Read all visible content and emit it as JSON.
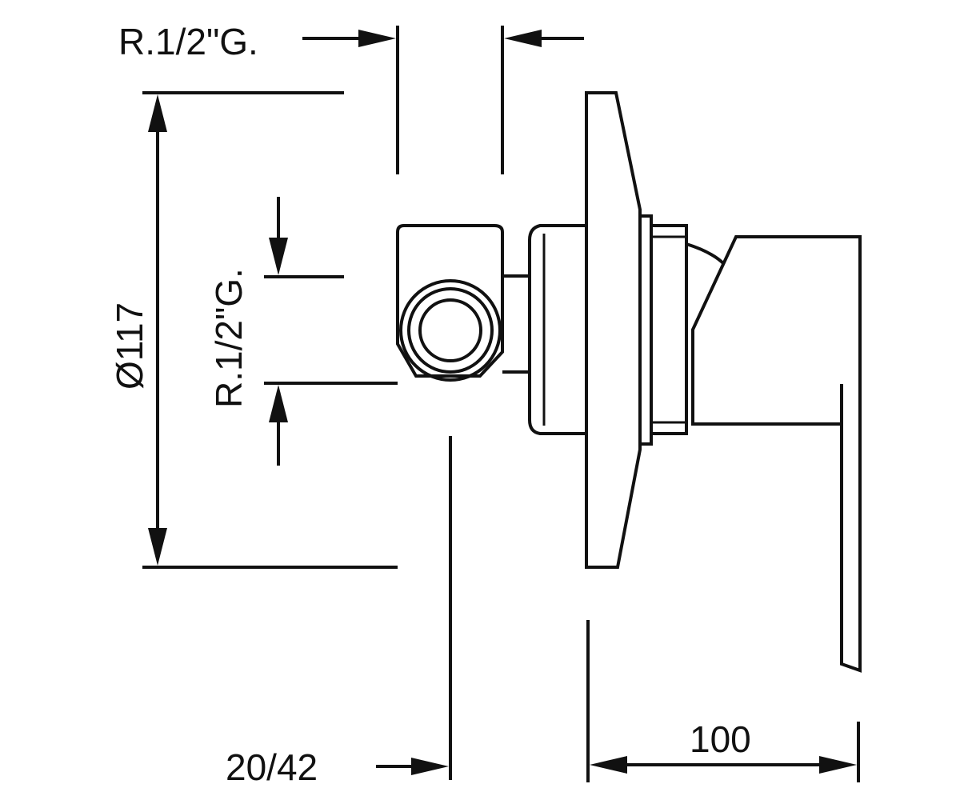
{
  "drawing": {
    "labels": {
      "top_thread": "R.1/2\"G.",
      "side_thread": "R.1/2\"G.",
      "diameter": "Ø117",
      "depth_range": "20/42",
      "lever_length": "100"
    },
    "line_color": "#111111",
    "background": "#ffffff"
  }
}
